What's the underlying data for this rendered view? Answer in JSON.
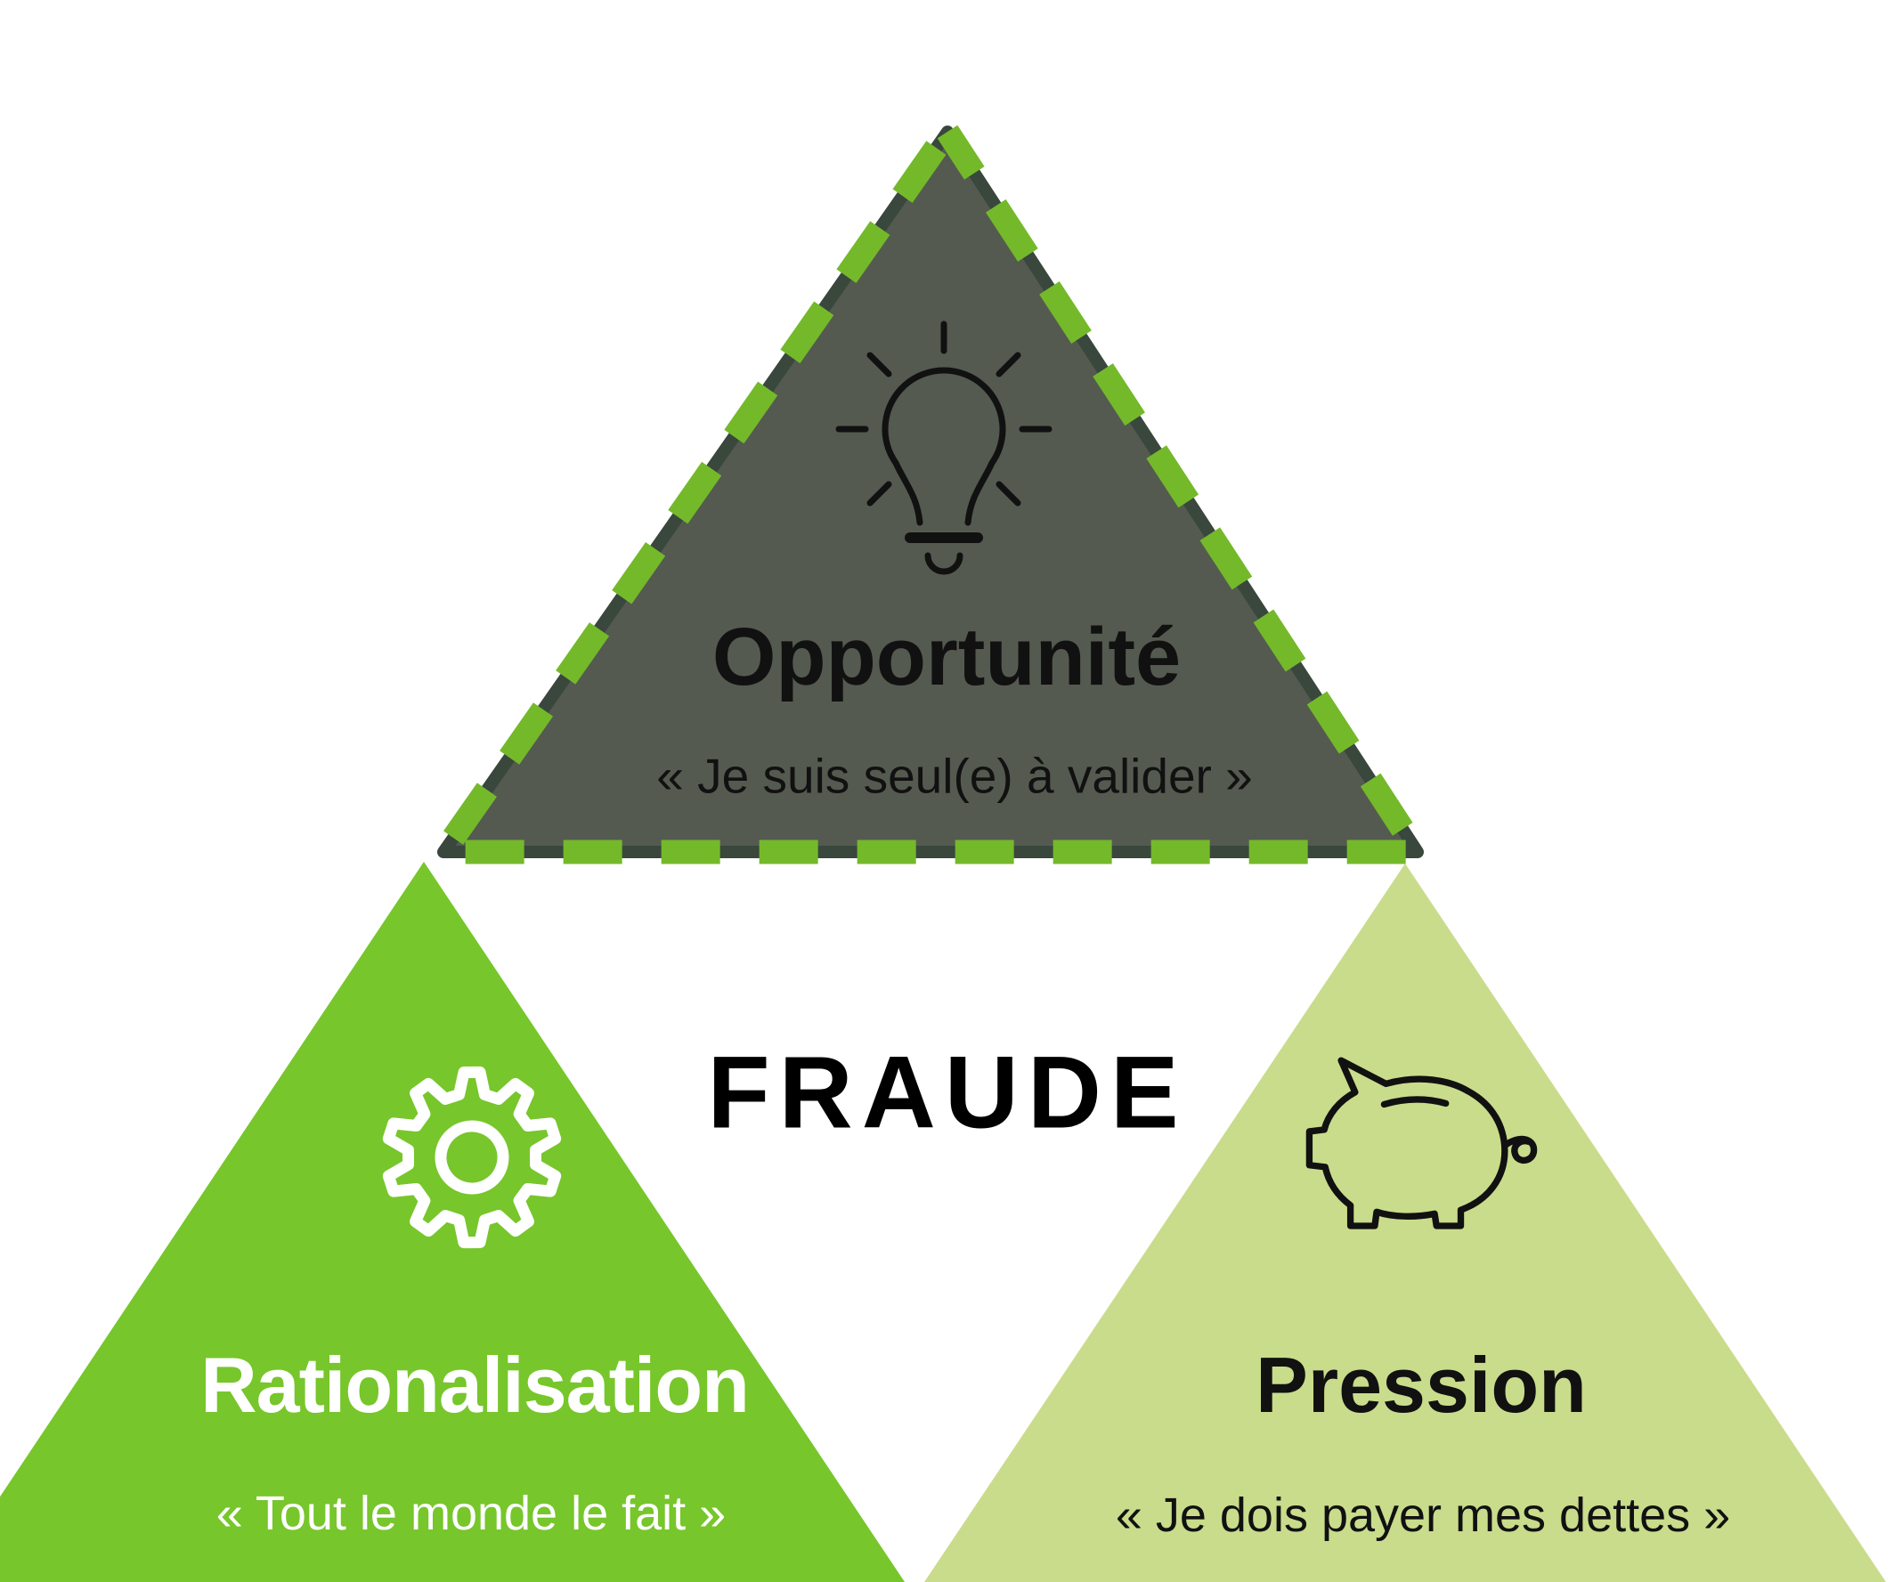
{
  "figure": {
    "center_label": "FRAUDE"
  },
  "triangles": {
    "top": {
      "label": "Opportunité",
      "quote": "« Je suis seul(e) à valider »",
      "icon": "lightbulb-icon"
    },
    "left": {
      "label": "Rationalisation",
      "quote": "« Tout le monde le fait »",
      "icon": "gear-icon"
    },
    "right": {
      "label": "Pression",
      "quote": "« Je dois payer mes dettes »",
      "icon": "piggy-bank-icon"
    }
  },
  "colors": {
    "background": "#ffffff",
    "top_fill": "#545a50",
    "top_border": "#39473d",
    "dash_green": "#74b92a",
    "left_fill": "#77c62b",
    "right_fill": "#c9dc8b",
    "text_dark": "#111111",
    "text_light": "#ffffff"
  }
}
